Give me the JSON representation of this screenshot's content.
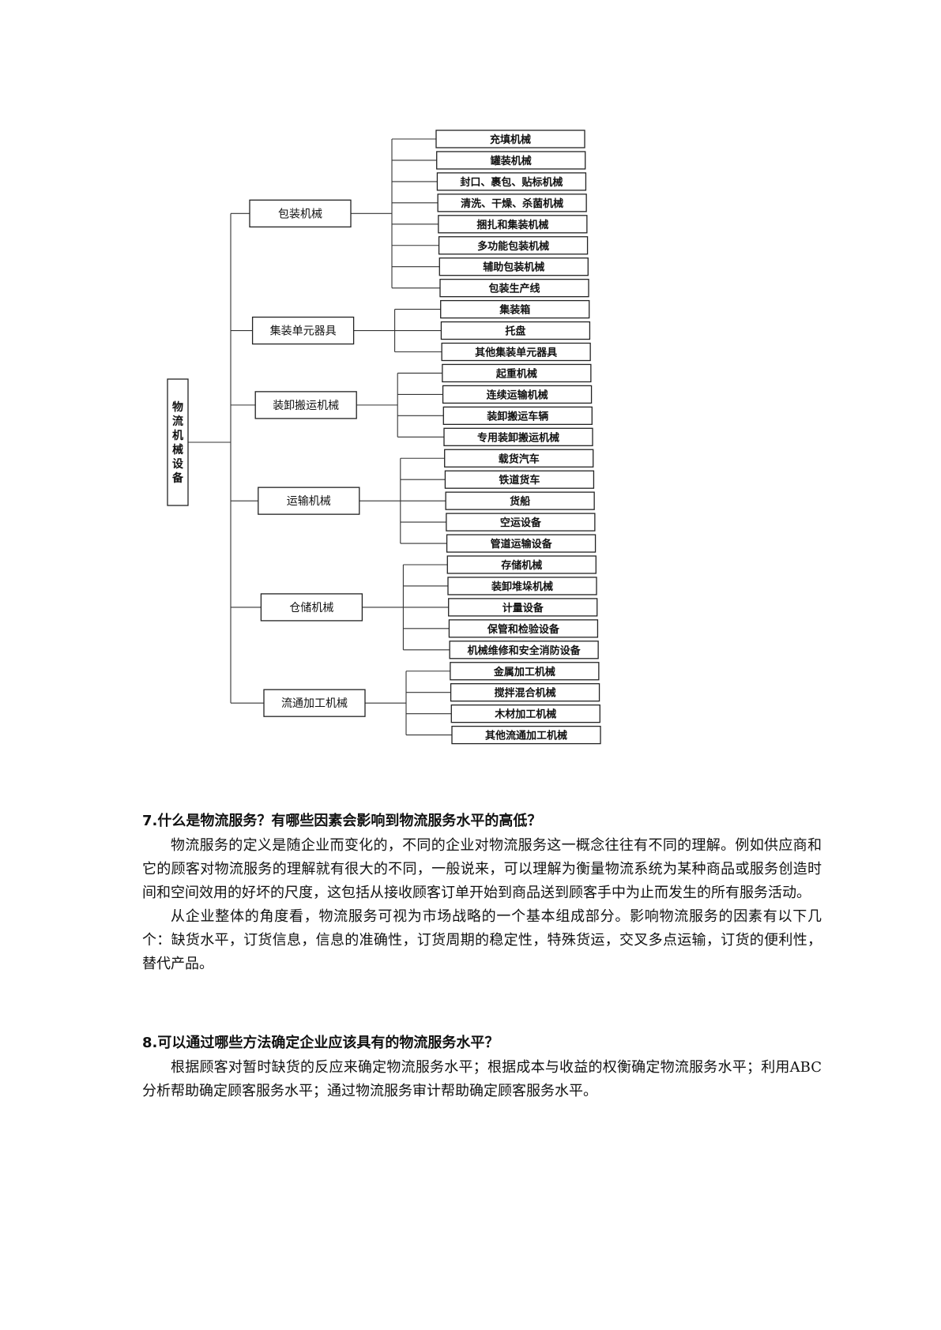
{
  "diagram": {
    "root": "物流机械设备",
    "categories": [
      {
        "label": "包装机械",
        "children": [
          "充填机械",
          "罐装机械",
          "封口、裹包、贴标机械",
          "清洗、干燥、杀菌机械",
          "捆扎和集装机械",
          "多功能包装机械",
          "辅助包装机械",
          "包装生产线"
        ]
      },
      {
        "label": "集装单元器具",
        "children": [
          "集装箱",
          "托盘",
          "其他集装单元器具"
        ]
      },
      {
        "label": "装卸搬运机械",
        "children": [
          "起重机械",
          "连续运输机械",
          "装卸搬运车辆",
          "专用装卸搬运机械"
        ]
      },
      {
        "label": "运输机械",
        "children": [
          "载货汽车",
          "铁道货车",
          "货船",
          "空运设备",
          "管道运输设备"
        ]
      },
      {
        "label": "仓储机械",
        "children": [
          "存储机械",
          "装卸堆垛机械",
          "计量设备",
          "保管和检验设备",
          "机械维修和安全消防设备"
        ]
      },
      {
        "label": "流通加工机械",
        "children": [
          "金属加工机械",
          "搅拌混合机械",
          "木材加工机械",
          "其他流通加工机械"
        ]
      }
    ]
  },
  "q7": {
    "title": "7.什么是物流服务？有哪些因素会影响到物流服务水平的高低？",
    "p1": "物流服务的定义是随企业而变化的，不同的企业对物流服务这一概念往往有不同的理解。例如供应商和它的顾客对物流服务的理解就有很大的不同，一般说来，可以理解为衡量物流系统为某种商品或服务创造时间和空间效用的好坏的尺度，这包括从接收顾客订单开始到商品送到顾客手中为止而发生的所有服务活动。",
    "p2": "从企业整体的角度看，物流服务可视为市场战略的一个基本组成部分。影响物流服务的因素有以下几个：缺货水平，订货信息，信息的准确性，订货周期的稳定性，特殊货运，交叉多点运输，订货的便利性，替代产品。"
  },
  "q8": {
    "title": "8.可以通过哪些方法确定企业应该具有的物流服务水平？",
    "p1": "根据顾客对暂时缺货的反应来确定物流服务水平；根据成本与收益的权衡确定物流服务水平；利用ABC分析帮助确定顾客服务水平；通过物流服务审计帮助确定顾客服务水平。"
  }
}
